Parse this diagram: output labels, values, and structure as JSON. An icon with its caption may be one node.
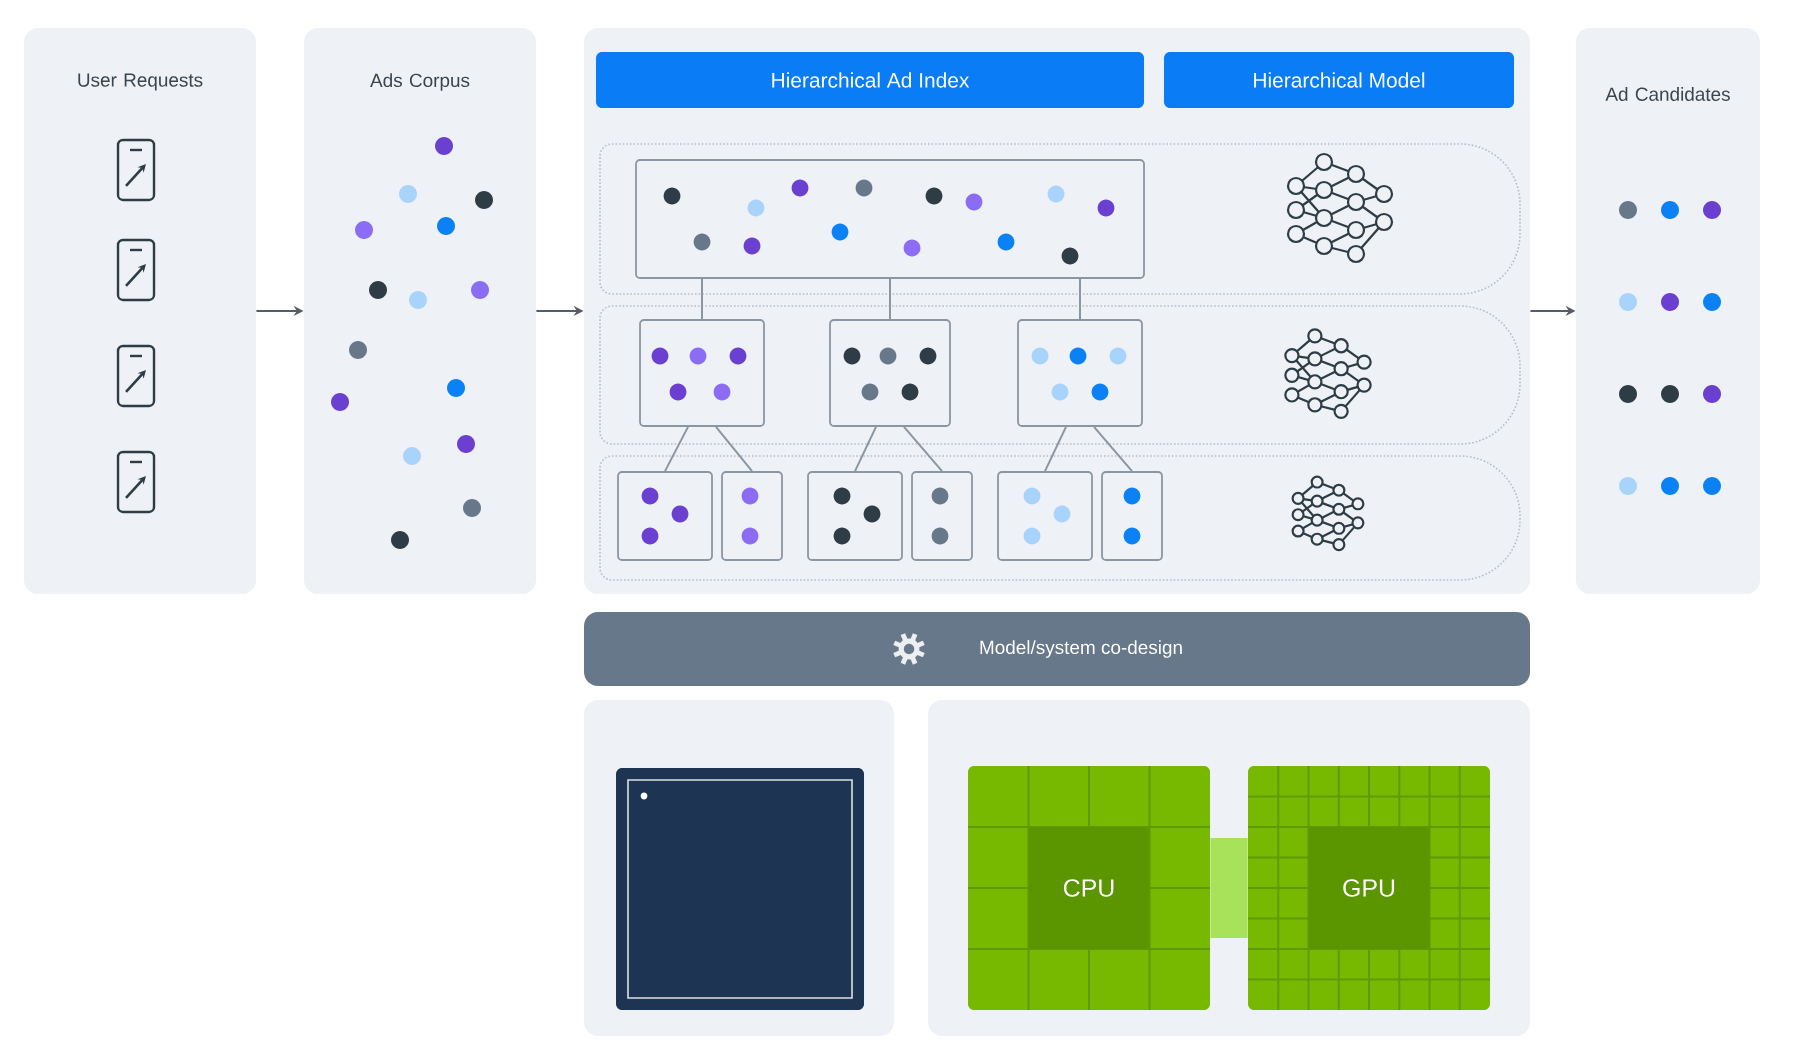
{
  "diagram": {
    "nodes": [
      {
        "text": [
          "User Requests"
        ]
      },
      {
        "text": [
          "Ads Corpus"
        ]
      },
      {
        "text": [],
        "shape": "box"
      },
      {
        "text": [
          "Hierarchical Ad Index"
        ],
        "in": 2
      },
      {
        "text": [
          "Hierarchical Model"
        ],
        "in": 2
      },
      {
        "text": [
          "Ad Candidates"
        ]
      },
      {
        "text": [
          "Model/system co-design"
        ]
      },
      {
        "text": [],
        "shape": "box"
      },
      {
        "text": [],
        "shape": "box",
        "in": 7
      },
      {
        "text": [],
        "shape": "box"
      },
      {
        "text": [
          "CPU"
        ],
        "in": 9
      },
      {
        "text": [
          "GPU"
        ],
        "in": 9
      },
      {
        "text": [],
        "shape": "box",
        "in": 2
      },
      {
        "text": [],
        "shape": "box",
        "in": 2
      },
      {
        "text": [],
        "shape": "box",
        "in": 2
      },
      {
        "text": [],
        "shape": "box",
        "in": 2
      },
      {
        "text": [],
        "shape": "box",
        "in": 2
      },
      {
        "text": [],
        "shape": "box",
        "in": 2
      },
      {
        "text": [],
        "shape": "box",
        "in": 2
      },
      {
        "text": [],
        "shape": "box",
        "in": 2
      },
      {
        "text": [],
        "shape": "box",
        "in": 2
      },
      {
        "text": [],
        "shape": "box",
        "in": 2
      }
    ],
    "edges": [
      {
        "from": 0,
        "to": 1,
        "arrow": "to"
      },
      {
        "from": 1,
        "to": 2,
        "arrow": "to"
      },
      {
        "from": 2,
        "to": 5,
        "arrow": "to"
      },
      {
        "from": 12,
        "to": 13,
        "arrow": "none"
      },
      {
        "from": 12,
        "to": 14,
        "arrow": "none"
      },
      {
        "from": 12,
        "to": 15,
        "arrow": "none"
      },
      {
        "from": 13,
        "to": 16,
        "arrow": "none"
      },
      {
        "from": 13,
        "to": 17,
        "arrow": "none"
      },
      {
        "from": 14,
        "to": 18,
        "arrow": "none"
      },
      {
        "from": 14,
        "to": 19,
        "arrow": "none"
      },
      {
        "from": 15,
        "to": 20,
        "arrow": "none"
      },
      {
        "from": 15,
        "to": 21,
        "arrow": "none"
      },
      {
        "from": 10,
        "to": 11,
        "arrow": "none",
        "style": "thick",
        "color": "#a8e25a"
      }
    ]
  }
}
